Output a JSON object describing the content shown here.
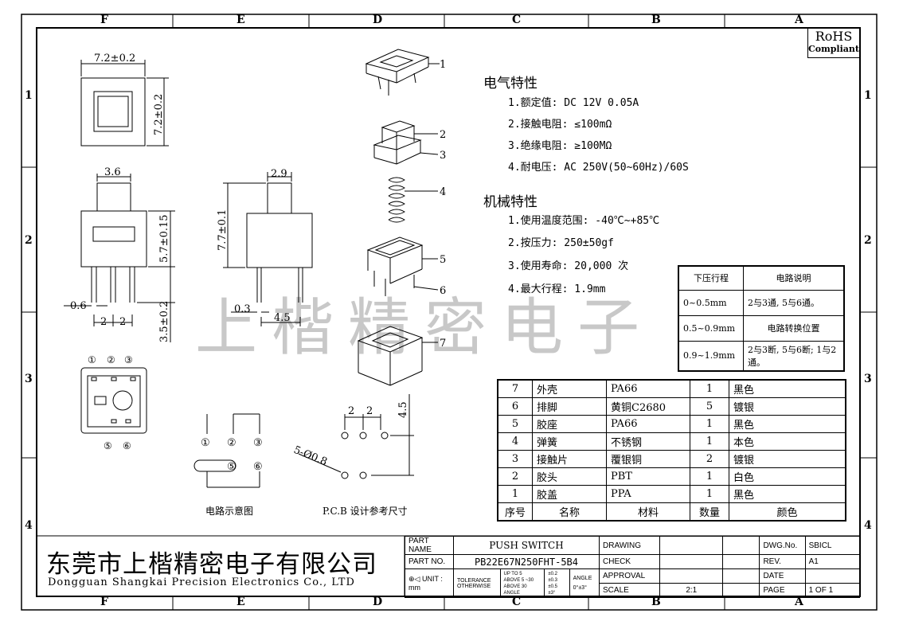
{
  "border": {
    "top_letters": [
      "F",
      "E",
      "D",
      "C",
      "B",
      "A"
    ],
    "side_numbers": [
      "1",
      "2",
      "3",
      "4"
    ]
  },
  "watermark": "上楷精密电子",
  "rohs": {
    "title": "RoHS",
    "sub": "Compliant"
  },
  "electrical": {
    "title": "电气特性",
    "items": [
      "1.额定值: DC 12V 0.05A",
      "2.接触电阻: ≤100mΩ",
      "3.绝缘电阻: ≥100MΩ",
      "4.耐电压: AC 250V(50~60Hz)/60S"
    ]
  },
  "mechanical": {
    "title": "机械特性",
    "items": [
      "1.使用温度范围: -40℃~+85℃",
      "2.按压力: 250±50gf",
      "3.使用寿命: 20,000 次",
      "4.最大行程: 1.9mm"
    ]
  },
  "circuit_table": {
    "headers": [
      "下压行程",
      "电路说明"
    ],
    "rows": [
      [
        "0~0.5mm",
        "2与3通, 5与6通。"
      ],
      [
        "0.5~0.9mm",
        "电路转换位置"
      ],
      [
        "0.9~1.9mm",
        "2与3断, 5与6断; 1与2通。"
      ]
    ]
  },
  "bom": {
    "rows": [
      [
        "7",
        "外壳",
        "PA66",
        "1",
        "黑色"
      ],
      [
        "6",
        "排脚",
        "黄铜C2680",
        "5",
        "镀银"
      ],
      [
        "5",
        "胶座",
        "PA66",
        "1",
        "黑色"
      ],
      [
        "4",
        "弹簧",
        "不锈钢",
        "1",
        "本色"
      ],
      [
        "3",
        "接触片",
        "覆银铜",
        "2",
        "镀银"
      ],
      [
        "2",
        "胶头",
        "PBT",
        "1",
        "白色"
      ],
      [
        "1",
        "胶盖",
        "PPA",
        "1",
        "黑色"
      ]
    ],
    "headers": [
      "序号",
      "名称",
      "材料",
      "数量",
      "颜色"
    ]
  },
  "dims": {
    "top_w": "7.2±0.2",
    "top_h": "7.2±0.2",
    "front_w": "3.6",
    "front_h": "5.7±0.15",
    "pin_len": "3.5±0.2",
    "pin_w": "0.6",
    "pitch_a": "2",
    "pitch_b": "2",
    "side_w": "2.9",
    "side_h": "7.7±0.1",
    "side_pin": "0.3",
    "side_off": "4.5",
    "pcb_a": "2",
    "pcb_b": "2",
    "pcb_h": "4.5",
    "pcb_hole": "5-Ø0.8"
  },
  "callouts": [
    "1",
    "2",
    "3",
    "4",
    "5",
    "6",
    "7"
  ],
  "pins": [
    "①",
    "②",
    "③",
    "⑤",
    "⑥"
  ],
  "captions": {
    "circuit": "电路示意图",
    "pcb": "P.C.B 设计参考尺寸"
  },
  "title_block": {
    "company_cn": "东莞市上楷精密电子有限公司",
    "company_en": "Dongguan Shangkai Precision Electronics Co., LTD",
    "part_name_label": "PART NAME",
    "part_name": "PUSH SWITCH",
    "part_no_label": "PART NO.",
    "part_no": "PB22E67N250FHT-5B4",
    "unit_label": "UNIT :",
    "unit": "mm",
    "tolerance": "TOLERANCE",
    "otherwise": "OTHERWISE",
    "tol1": "UP TO 5",
    "tol1v": "±0.2",
    "tol2": "ABOVE 5 ~30",
    "tol2v": "±0.3",
    "tol3": "ABOVE 30",
    "tol3v": "±0.5",
    "angle_label": "ANGLE",
    "angle_v": "±3°",
    "angle_v2": "0°±3°",
    "drawing": "DRAWING",
    "check": "CHECK",
    "approval": "APPROVAL",
    "scale_label": "SCALE",
    "scale": "2:1",
    "dwg_label": "DWG.No.",
    "dwg": "SBICL",
    "rev_label": "REV.",
    "rev": "A1",
    "date_label": "DATE",
    "page_label": "PAGE",
    "page": "1 OF 1"
  }
}
